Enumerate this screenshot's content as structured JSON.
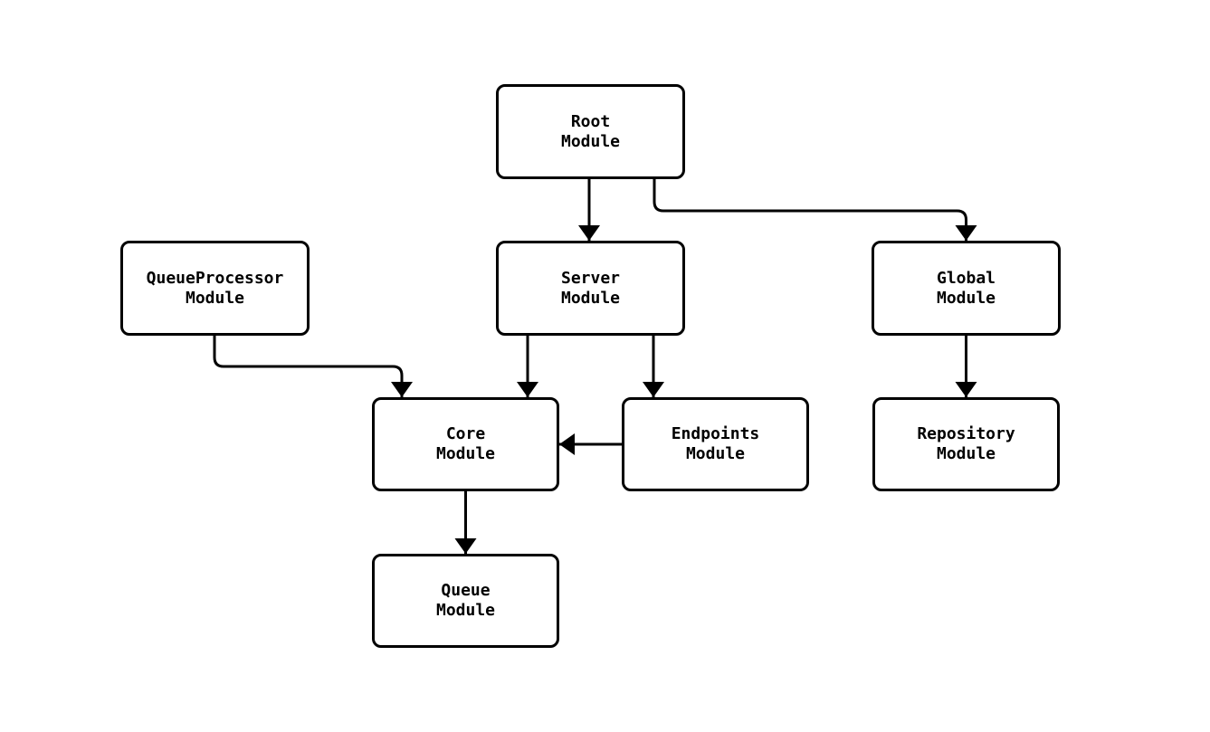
{
  "diagram": {
    "type": "flowchart",
    "direction": "top-down",
    "background_color": "#ffffff",
    "node_fill_color": "#ffffff",
    "node_stroke_color": "#000000",
    "edge_color": "#000000",
    "text_color": "#000000",
    "nodes": [
      {
        "id": "root",
        "label": "Root\nModule"
      },
      {
        "id": "queueprocessor",
        "label": "QueueProcessor\nModule"
      },
      {
        "id": "server",
        "label": "Server\nModule"
      },
      {
        "id": "global",
        "label": "Global\nModule"
      },
      {
        "id": "core",
        "label": "Core\nModule"
      },
      {
        "id": "endpoints",
        "label": "Endpoints\nModule"
      },
      {
        "id": "repository",
        "label": "Repository\nModule"
      },
      {
        "id": "queue",
        "label": "Queue\nModule"
      }
    ],
    "edges": [
      {
        "from": "root",
        "to": "server"
      },
      {
        "from": "root",
        "to": "global"
      },
      {
        "from": "queueprocessor",
        "to": "core"
      },
      {
        "from": "server",
        "to": "core"
      },
      {
        "from": "server",
        "to": "endpoints"
      },
      {
        "from": "endpoints",
        "to": "core"
      },
      {
        "from": "global",
        "to": "repository"
      },
      {
        "from": "core",
        "to": "queue"
      }
    ]
  }
}
